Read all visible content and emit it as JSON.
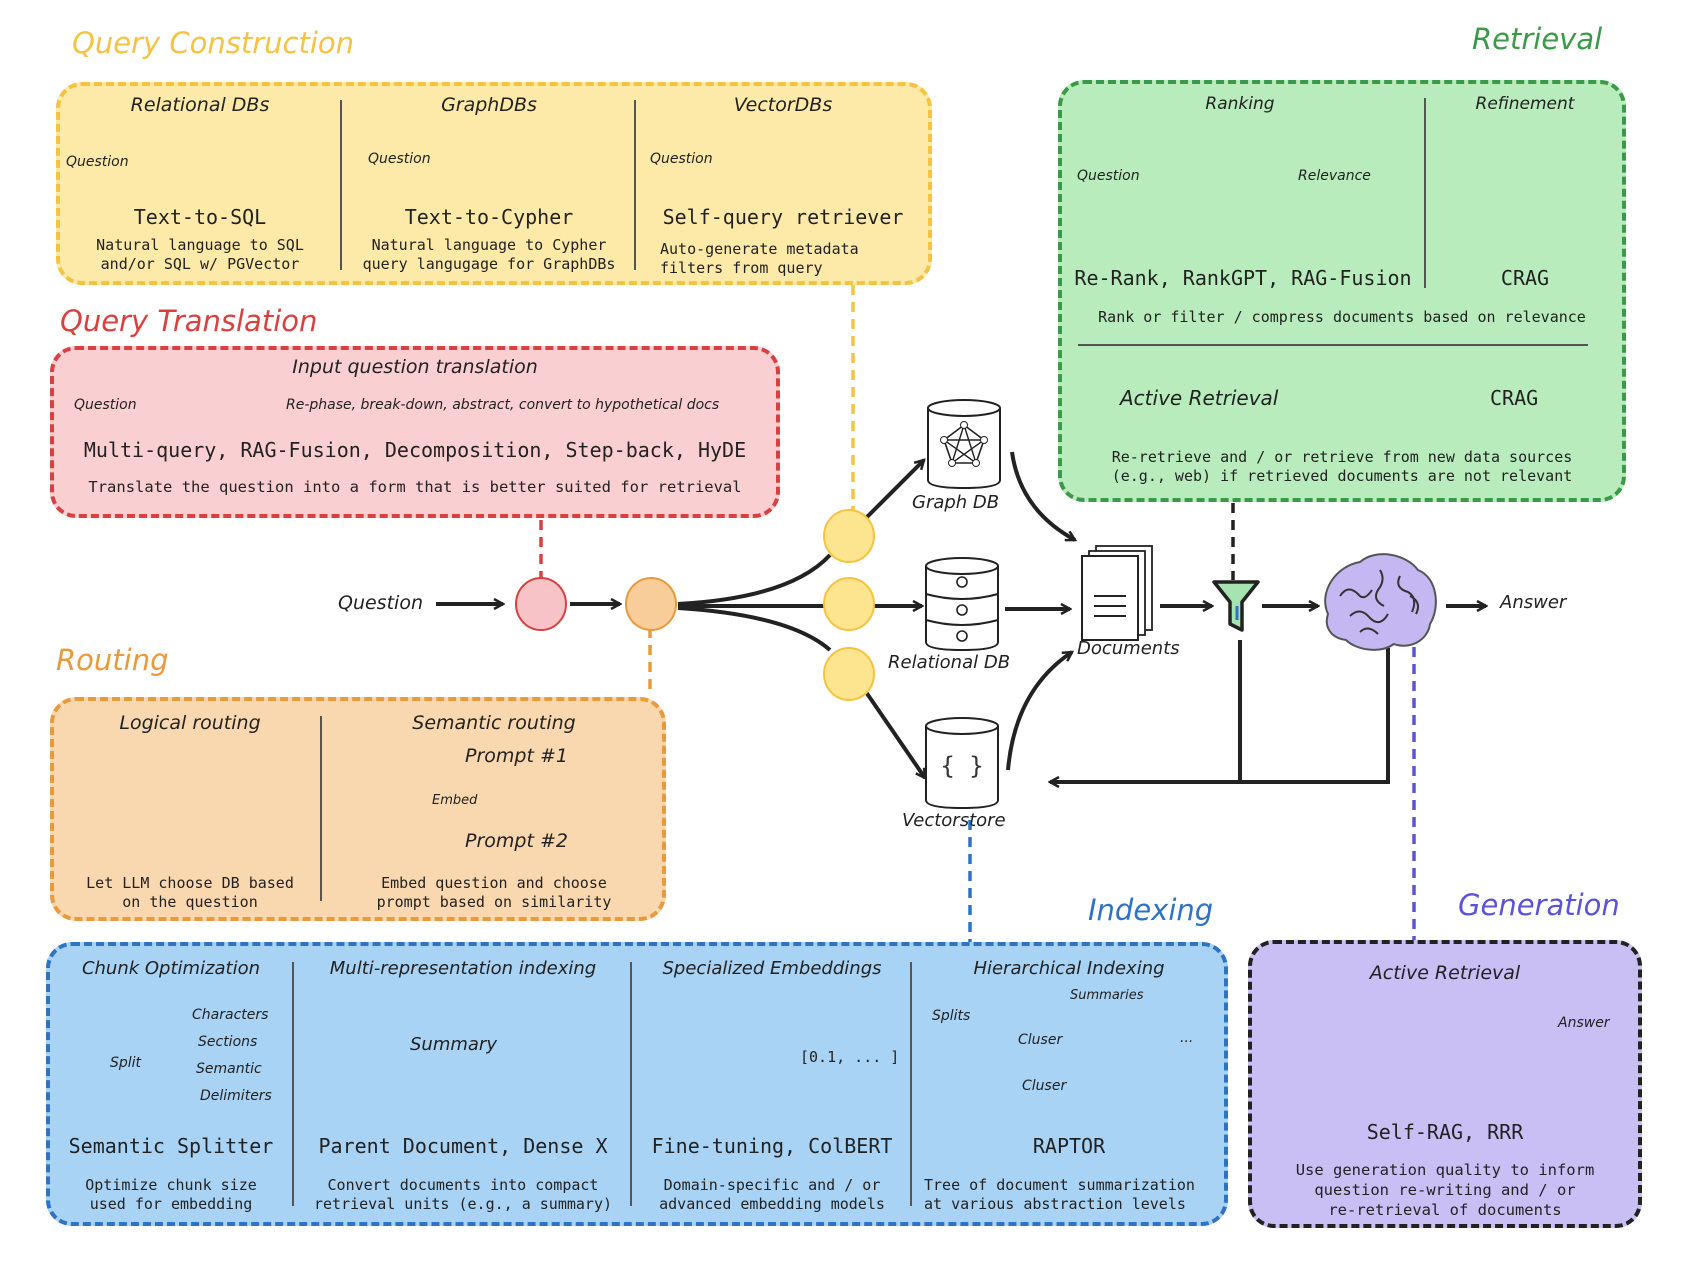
{
  "colors": {
    "query_construction": "#f5c242",
    "query_construction_bg": "#fde9a8",
    "query_translation": "#d94040",
    "query_translation_bg": "#f9cfd2",
    "routing": "#e89a3c",
    "routing_bg": "#f9d8b0",
    "indexing": "#2f73c4",
    "indexing_bg": "#a9d3f5",
    "retrieval": "#3b9a47",
    "retrieval_bg": "#b9ecbd",
    "generation": "#5b54d6",
    "generation_bg": "#c9bff4",
    "generation_border": "#222222"
  },
  "query_construction": {
    "title": "Query Construction",
    "columns": [
      {
        "subtitle": "Relational DBs",
        "input": "Question",
        "icon": "relational-db-icon",
        "method": "Text-to-SQL",
        "desc": [
          "Natural language to SQL",
          "and/or SQL w/ PGVector"
        ]
      },
      {
        "subtitle": "GraphDBs",
        "input": "Question",
        "icon": "graph-db-icon",
        "method": "Text-to-Cypher",
        "desc": [
          "Natural language to Cypher",
          "query langugage for GraphDBs"
        ]
      },
      {
        "subtitle": "VectorDBs",
        "input": "Question",
        "icon": "vector-db-icon",
        "method": "Self-query retriever",
        "desc": [
          "Auto-generate metadata",
          "filters from query"
        ]
      }
    ]
  },
  "query_translation": {
    "title": "Query Translation",
    "subtitle": "Input question translation",
    "input": "Question",
    "output": "Re-phase, break-down, abstract, convert to hypothetical docs",
    "methods": "Multi-query, RAG-Fusion, Decomposition, Step-back, HyDE",
    "desc": "Translate the question into a form that is better suited for retrieval"
  },
  "routing": {
    "title": "Routing",
    "columns": [
      {
        "subtitle": "Logical routing",
        "desc": [
          "Let LLM choose DB based",
          "on the question"
        ]
      },
      {
        "subtitle": "Semantic routing",
        "embed_label": "Embed",
        "prompt1": "Prompt #1",
        "prompt2": "Prompt #2",
        "desc": [
          "Embed question and choose",
          "prompt based on similarity"
        ]
      }
    ]
  },
  "flow": {
    "question": "Question",
    "graph_db": "Graph DB",
    "relational_db": "Relational DB",
    "vectorstore": "Vectorstore",
    "documents": "Documents",
    "answer": "Answer"
  },
  "retrieval": {
    "title": "Retrieval",
    "ranking": {
      "subtitle": "Ranking",
      "input": "Question",
      "relevance": "Relevance",
      "method": "Re-Rank, RankGPT, RAG-Fusion"
    },
    "refinement": {
      "subtitle": "Refinement",
      "method": "CRAG"
    },
    "shared_desc": "Rank or filter / compress documents based on relevance",
    "active": {
      "subtitle": "Active Retrieval",
      "method": "CRAG",
      "desc": [
        "Re-retrieve and / or retrieve from new data sources",
        "(e.g., web) if retrieved documents are not relevant"
      ]
    }
  },
  "indexing": {
    "title": "Indexing",
    "columns": [
      {
        "subtitle": "Chunk Optimization",
        "split_label": "Split",
        "options": [
          "Characters",
          "Sections",
          "Semantic",
          "Delimiters"
        ],
        "method": "Semantic Splitter",
        "desc": [
          "Optimize chunk size",
          "used for embedding"
        ]
      },
      {
        "subtitle": "Multi-representation indexing",
        "summary_label": "Summary",
        "method": "Parent Document, Dense X",
        "desc": [
          "Convert documents into compact",
          "retrieval units (e.g., a summary)"
        ]
      },
      {
        "subtitle": "Specialized Embeddings",
        "vector_label": "[0.1, ... ]",
        "method": "Fine-tuning, ColBERT",
        "desc": [
          "Domain-specific and / or",
          "advanced embedding models"
        ]
      },
      {
        "subtitle": "Hierarchical Indexing",
        "splits_label": "Splits",
        "summaries_label": "Summaries",
        "cluster_label": "Cluser",
        "ellipsis": "...",
        "method": "RAPTOR",
        "desc": [
          "Tree of document summarization",
          "at various abstraction levels"
        ]
      }
    ]
  },
  "generation": {
    "title": "Generation",
    "subtitle": "Active Retrieval",
    "answer": "Answer",
    "method": "Self-RAG, RRR",
    "desc": [
      "Use generation quality to inform",
      "question re-writing and / or",
      "re-retrieval of documents"
    ]
  }
}
